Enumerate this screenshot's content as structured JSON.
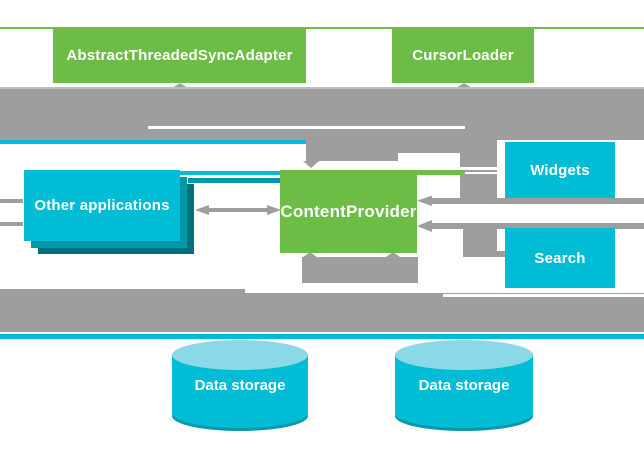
{
  "diagram": {
    "nodes": {
      "sync_adapter": {
        "label": "AbstractThreadedSyncAdapter"
      },
      "cursor_loader": {
        "label": "CursorLoader"
      },
      "content_provider": {
        "label": "ContentProvider"
      },
      "other_apps": {
        "label": "Other applications"
      },
      "widgets": {
        "label": "Widgets"
      },
      "search": {
        "label": "Search"
      },
      "data_storage_left": {
        "label": "Data storage"
      },
      "data_storage_right": {
        "label": "Data storage"
      }
    },
    "colors": {
      "green": "#6cbc45",
      "cyan": "#00bcd4",
      "cyan_light": "#8ad8e8",
      "teal_mid": "#0097a7",
      "teal_dark": "#00707c",
      "cyl_rim": "#0d98ac",
      "gray": "#9e9e9e",
      "gray_light": "#bdbdbd"
    }
  }
}
